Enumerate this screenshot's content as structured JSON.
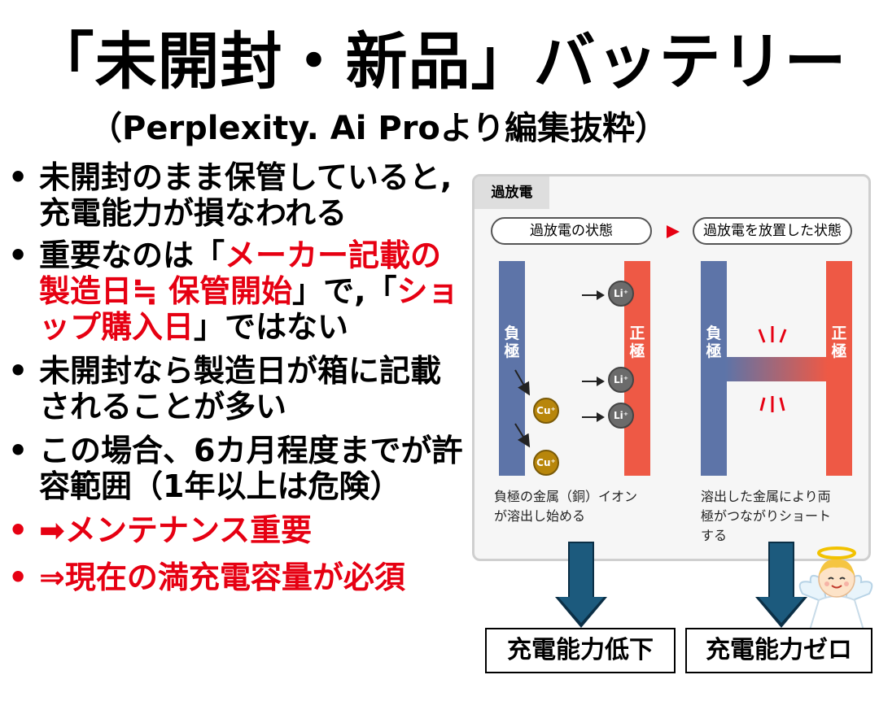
{
  "title": "「未開封・新品」バッテリー",
  "subtitle": "（Perplexity. Ai Proより編集抜粋）",
  "bullets": [
    {
      "dot": "•",
      "parts": [
        {
          "text": "未開封のまま保管していると, 充電能力が損なわれる",
          "red": false
        }
      ]
    },
    {
      "dot": "•",
      "parts": [
        {
          "text": "重要なのは「",
          "red": false
        },
        {
          "text": "メーカー記載の製造日≒ 保管開始",
          "red": true
        },
        {
          "text": "」で,「",
          "red": false
        },
        {
          "text": "ショップ購入日",
          "red": true
        },
        {
          "text": "」ではない",
          "red": false
        }
      ]
    },
    {
      "dot": "•",
      "parts": [
        {
          "text": "未開封なら製造日が箱に記載されることが多い",
          "red": false
        }
      ]
    },
    {
      "dot": "•",
      "parts": [
        {
          "text": "この場合、6カ月程度までが許容範囲（1年以上は危険）",
          "red": false
        }
      ]
    },
    {
      "dot": "•",
      "red_dot": true,
      "parts": [
        {
          "text": "➡メンテナンス重要",
          "red": true
        }
      ]
    },
    {
      "dot": "•",
      "red_dot": true,
      "parts": [
        {
          "text": "⇒現在の満充電容量が必須",
          "red": true
        }
      ]
    }
  ],
  "figure": {
    "tab": "過放電",
    "left_pill": "過放電の状態",
    "right_pill": "過放電を放置した状態",
    "negative": [
      "負",
      "極"
    ],
    "positive": [
      "正",
      "極"
    ],
    "li_ion": "Li⁺",
    "cu_ion": "Cu⁺",
    "left_caption": [
      "負極の金属（銅）イオン",
      "が溶出し始める"
    ],
    "right_caption": [
      "溶出した金属により両",
      "極がつながりショート",
      "する"
    ]
  },
  "results": {
    "left": "充電能力低下",
    "right": "充電能力ゼロ"
  },
  "colors": {
    "accent_red": "#e60012",
    "negative_blue": "#5d74a8",
    "positive_red": "#ee5945",
    "arrow_blue": "#1c5a7d"
  }
}
